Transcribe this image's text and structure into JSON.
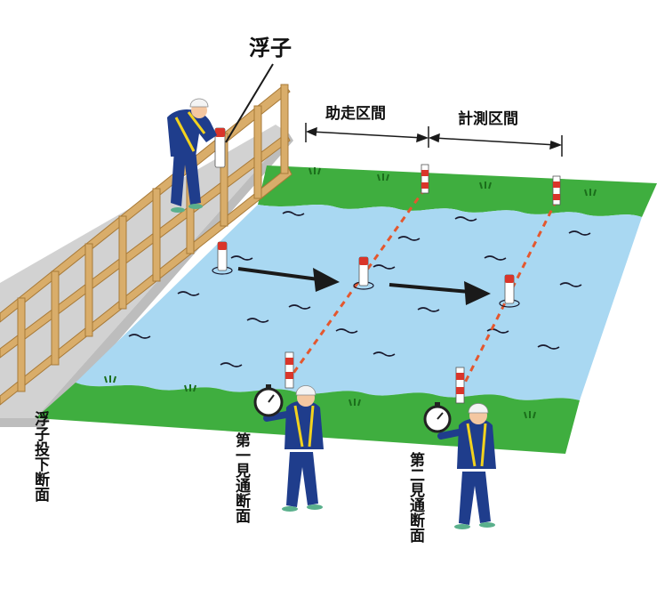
{
  "labels": {
    "float": "浮子",
    "run_up_section": "助走区間",
    "measurement_section": "計測区間",
    "float_drop_section": "浮子投下断面",
    "first_sight_section": "第一見通断面",
    "second_sight_section": "第二見通断面"
  },
  "colors": {
    "water": "#a9d8f2",
    "grass": "#3fae3f",
    "bridge_wood": "#d9ad6a",
    "deck": "#cfcfcf",
    "pole_red": "#d9352a",
    "sightline": "#e4572e",
    "uniform": "#1f3d8c"
  }
}
